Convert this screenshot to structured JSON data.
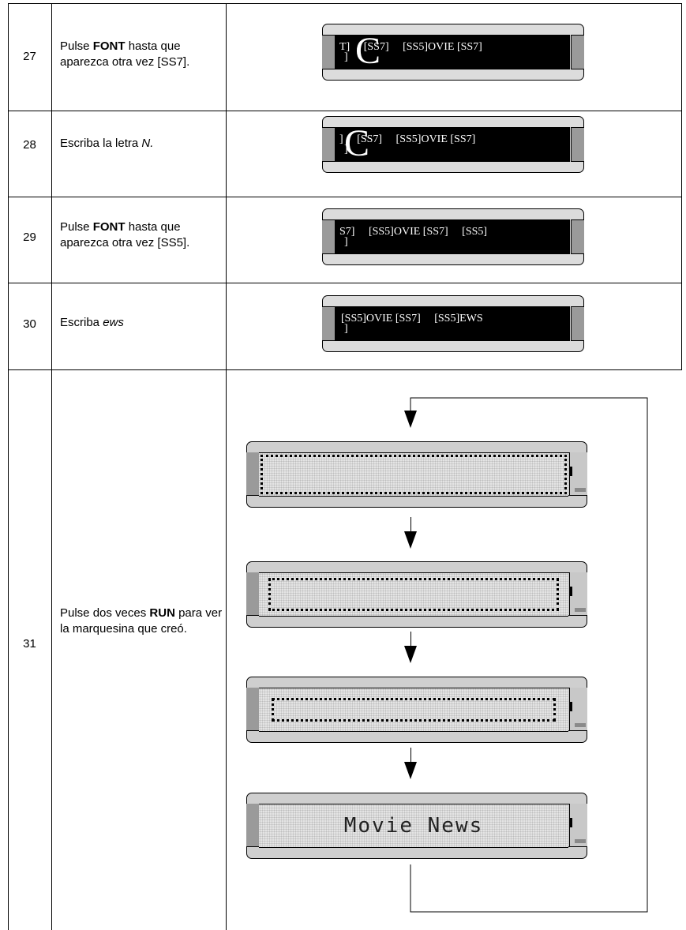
{
  "rows": [
    {
      "number": "27",
      "instruction_pre": "Pulse ",
      "instruction_bold": "FONT",
      "instruction_post": " hasta que aparezca otra vez [SS7].",
      "display_line1": "T]     [SS7]     [SS5]OVIE [SS7]",
      "display_line2": "]",
      "big_letter": "C"
    },
    {
      "number": "28",
      "instruction_pre": "Escriba la letra ",
      "instruction_italic": "N.",
      "display_line1": "]     [SS7]     [SS5]OVIE [SS7]",
      "display_line2": "]",
      "big_letter": "C"
    },
    {
      "number": "29",
      "instruction_pre": "Pulse ",
      "instruction_bold": "FONT",
      "instruction_post": " hasta que aparezca otra vez [SS5].",
      "display_line1": "S7]     [SS5]OVIE [SS7]     [SS5]",
      "display_line2": "]"
    },
    {
      "number": "30",
      "instruction_pre": "Escriba ",
      "instruction_italic": "ews",
      "display_line1": "[SS5]OVIE [SS7]     [SS5]EWS",
      "display_line2": "]"
    },
    {
      "number": "31",
      "instruction_pre": "Pulse dos veces ",
      "instruction_bold": "RUN",
      "instruction_post": " para ver la marquesina que creó.",
      "final_display_text": "Movie News"
    }
  ]
}
